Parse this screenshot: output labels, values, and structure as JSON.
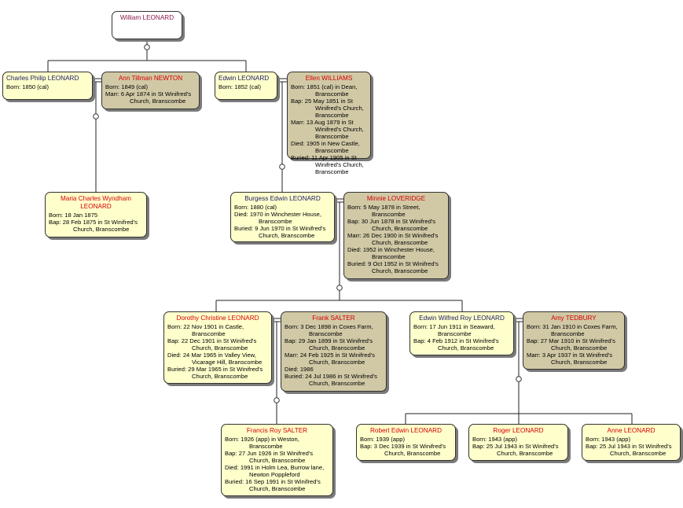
{
  "people": {
    "william": {
      "name": "William LEONARD",
      "facts": []
    },
    "charles": {
      "name": "Charles Philip LEONARD",
      "facts": [
        "Born: 1850 (cal)"
      ]
    },
    "ann": {
      "name": "Ann Tillman NEWTON",
      "facts": [
        "Born: 1849 (cal)",
        "Marr: 6 Apr 1874 in St Winifred's Church, Branscombe"
      ]
    },
    "edwin": {
      "name": "Edwin LEONARD",
      "facts": [
        "Born: 1852 (cal)"
      ]
    },
    "ellen": {
      "name": "Ellen WILLIAMS",
      "facts": [
        "Born: 1851 (cal) in Dean, Branscombe",
        "Bap: 25 May 1851 in St Winifred's Church, Branscombe",
        "Marr: 13 Aug 1879 in St Winifred's Church, Branscombe",
        "Died: 1905 in New Castle, Branscombe",
        "Buried: 11 Apr 1905 in St Winifred's Church, Branscombe"
      ]
    },
    "maria": {
      "name": "Maria Charles Wyndham LEONARD",
      "facts": [
        "Born: 18 Jan 1875",
        "Bap: 28 Feb 1875 in St Winifred's Church, Branscombe"
      ]
    },
    "burgess": {
      "name": "Burgess Edwin LEONARD",
      "facts": [
        "Born: 1880 (cal)",
        "Died: 1970 in Winchester House, Branscombe",
        "Buried: 9 Jun 1970 in St Winifred's Church, Branscombe"
      ]
    },
    "minnie": {
      "name": "Minnie LOVERIDGE",
      "facts": [
        "Born: 5 May 1878 in Street, Branscombe",
        "Bap: 30 Jun 1878 in St Winifred's Church, Branscombe",
        "Marr: 26 Dec 1900 in St Winifred's Church, Branscombe",
        "Died: 1952 in Winchester House, Branscombe",
        "Buried: 9 Oct 1952 in St Winifred's Church, Branscombe"
      ]
    },
    "dorothy": {
      "name": "Dorothy Christine LEONARD",
      "facts": [
        "Born: 22 Nov 1901 in Castle, Branscombe",
        "Bap: 22 Dec 1901 in St Winifred's Church, Branscombe",
        "Died: 24 Mar 1965 in Valley View, Vicarage Hill, Branscombe",
        "Buried: 29 Mar 1965 in St Winifred's Church, Branscombe"
      ]
    },
    "frank": {
      "name": "Frank SALTER",
      "facts": [
        "Born: 3 Dec 1898 in Coxes Farm, Branscombe",
        "Bap: 29 Jan 1899 in St Winifred's Church, Branscombe",
        "Marr: 24 Feb 1925 in St Winifred's Church, Branscombe",
        "Died: 1986",
        "Buried: 24 Jul 1986 in St Winifred's Church, Branscombe"
      ]
    },
    "edwinwilfred": {
      "name": "Edwin Wilfred Roy LEONARD",
      "facts": [
        "Born: 17 Jun 1911 in Seaward, Branscombe",
        "Bap: 4 Feb 1912 in St Winifred's Church, Branscombe"
      ]
    },
    "amy": {
      "name": "Amy TEDBURY",
      "facts": [
        "Born: 31 Jan 1910 in Coxes Farm, Branscombe",
        "Bap: 27 Mar 1910 in St Winifred's Church, Branscombe",
        "Marr: 3 Apr 1937 in St Winifred's Church, Branscombe"
      ]
    },
    "francis": {
      "name": "Francis Roy SALTER",
      "facts": [
        "Born: 1926 (app) in Weston, Branscombe",
        "Bap: 27 Jun 1926 in St Winifred's Church, Branscombe",
        "Died: 1991 in Holm Lea, Burrow lane, Newton Poppleford",
        "Buried: 16 Sep 1991 in St Winifred's Church, Branscombe"
      ]
    },
    "robert": {
      "name": "Robert Edwin LEONARD",
      "facts": [
        "Born: 1939 (app)",
        "Bap: 3 Dec 1939 in St Winifred's Church, Branscombe"
      ]
    },
    "roger": {
      "name": "Roger LEONARD",
      "facts": [
        "Born: 1943 (app)",
        "Bap: 25 Jul 1943 in St Winifred's Church, Branscombe"
      ]
    },
    "anne": {
      "name": "Anne LEONARD",
      "facts": [
        "Born: 1943 (app)",
        "Bap: 25 Jul 1943 in St Winifred's Church, Branscombe"
      ]
    }
  },
  "colors": {
    "male_box": "#ffffcc",
    "female_box": "#d1c9a6",
    "female_name": "#d60000",
    "male_name": "#1a1a66",
    "root_name": "#8b1a4a"
  }
}
